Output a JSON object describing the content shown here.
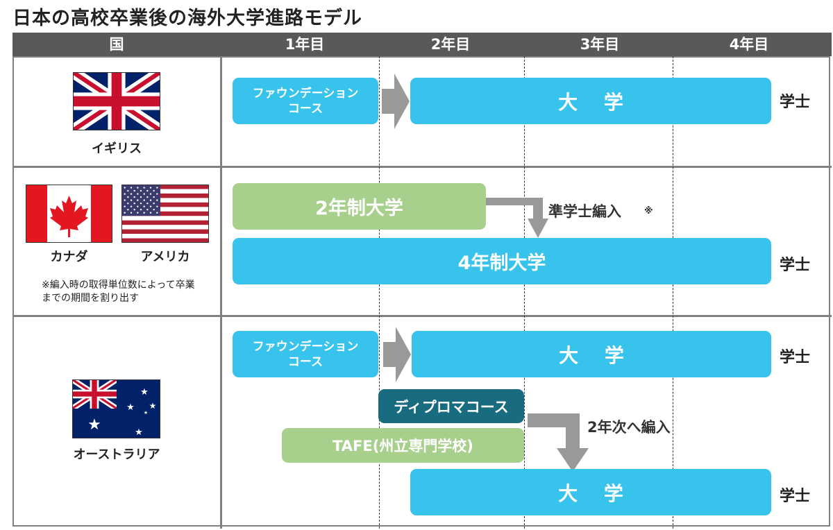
{
  "title": "日本の高校卒業後の海外大学進路モデル",
  "header": {
    "country_col": "国",
    "years": [
      "1年目",
      "2年目",
      "3年目",
      "4年目"
    ]
  },
  "rows": {
    "uk": {
      "country": "イギリス",
      "foundation": "ファウンデーション\nコース",
      "university": "大 学",
      "degree": "学士"
    },
    "na": {
      "countries": [
        "カナダ",
        "アメリカ"
      ],
      "two_year": "2年制大学",
      "transfer": "準学士編入",
      "transfer_mark": "※",
      "four_year": "4年制大学",
      "degree": "学士",
      "note": "※編入時の取得単位数によって卒業\nまでの期間を割り出す"
    },
    "au": {
      "country": "オーストラリア",
      "foundation": "ファウンデーション\nコース",
      "university_top": "大 学",
      "degree_top": "学士",
      "diploma": "ディプロマコース",
      "tafe": "TAFE(州立専門学校)",
      "transfer": "2年次へ編入",
      "university_bottom": "大 学",
      "degree_bottom": "学士"
    }
  },
  "flags": [
    "uk-flag",
    "canada-flag",
    "usa-flag",
    "australia-flag"
  ],
  "colors": {
    "header": "#595959",
    "university_blue": "#38c3ec",
    "two_year_green": "#a8d08d",
    "diploma_navy": "#196b80",
    "arrow_gray": "#999999",
    "border_gray": "#7f7f7f"
  }
}
